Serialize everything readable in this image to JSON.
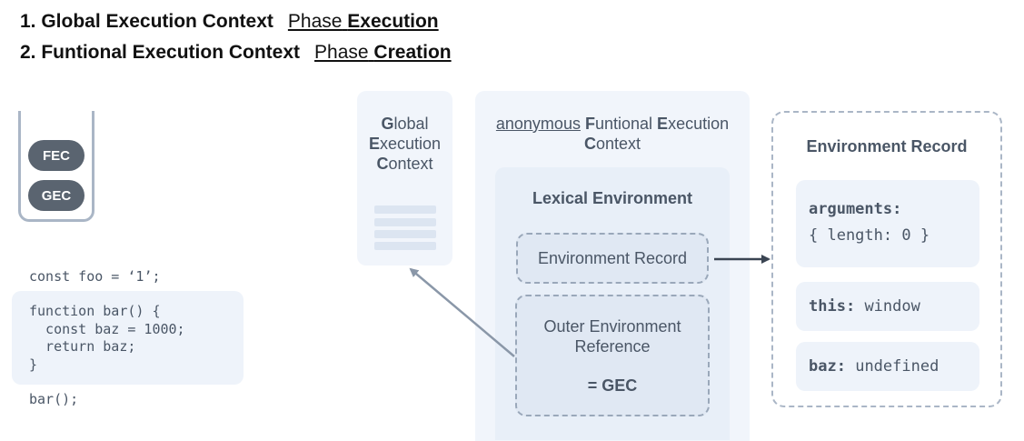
{
  "headings": [
    {
      "title": "1. Global Execution Context",
      "phase_word": "Phase",
      "phase_value": "Execution"
    },
    {
      "title": "2. Funtional Execution Context",
      "phase_word": "Phase",
      "phase_value": "Creation"
    }
  ],
  "call_stack": {
    "items": [
      "FEC",
      "GEC"
    ]
  },
  "code": {
    "line1": "const foo = ‘1’;",
    "block": "function bar() {\n  const baz = 1000;\n  return baz;\n}",
    "line_last": "bar();"
  },
  "gec_panel": {
    "title_bold_1": "G",
    "title_rest_1": "lobal",
    "title_bold_2": "E",
    "title_rest_2": "xecution",
    "title_bold_3": "C",
    "title_rest_3": "ontext"
  },
  "fec_panel": {
    "prefix": "anonymous",
    "title_bold_1": "F",
    "title_rest_1": "untional",
    "title_bold_2": "E",
    "title_rest_2": "xecution",
    "title_bold_3": "C",
    "title_rest_3": "ontext",
    "lexical_environment": {
      "title": "Lexical Environment",
      "environment_record_label": "Environment Record",
      "outer_label": "Outer Environment Reference",
      "outer_value": "= GEC"
    }
  },
  "environment_record": {
    "title": "Environment Record",
    "arguments_key": "arguments:",
    "arguments_value": "{ length: 0 }",
    "this_key": "this:",
    "this_value": "window",
    "baz_key": "baz:",
    "baz_value": "undefined"
  },
  "colors": {
    "stack_item": "#5a6470",
    "panel_bg": "#f1f5fb",
    "arrow": "#8a97a8",
    "arrow_dark": "#3a4452"
  }
}
